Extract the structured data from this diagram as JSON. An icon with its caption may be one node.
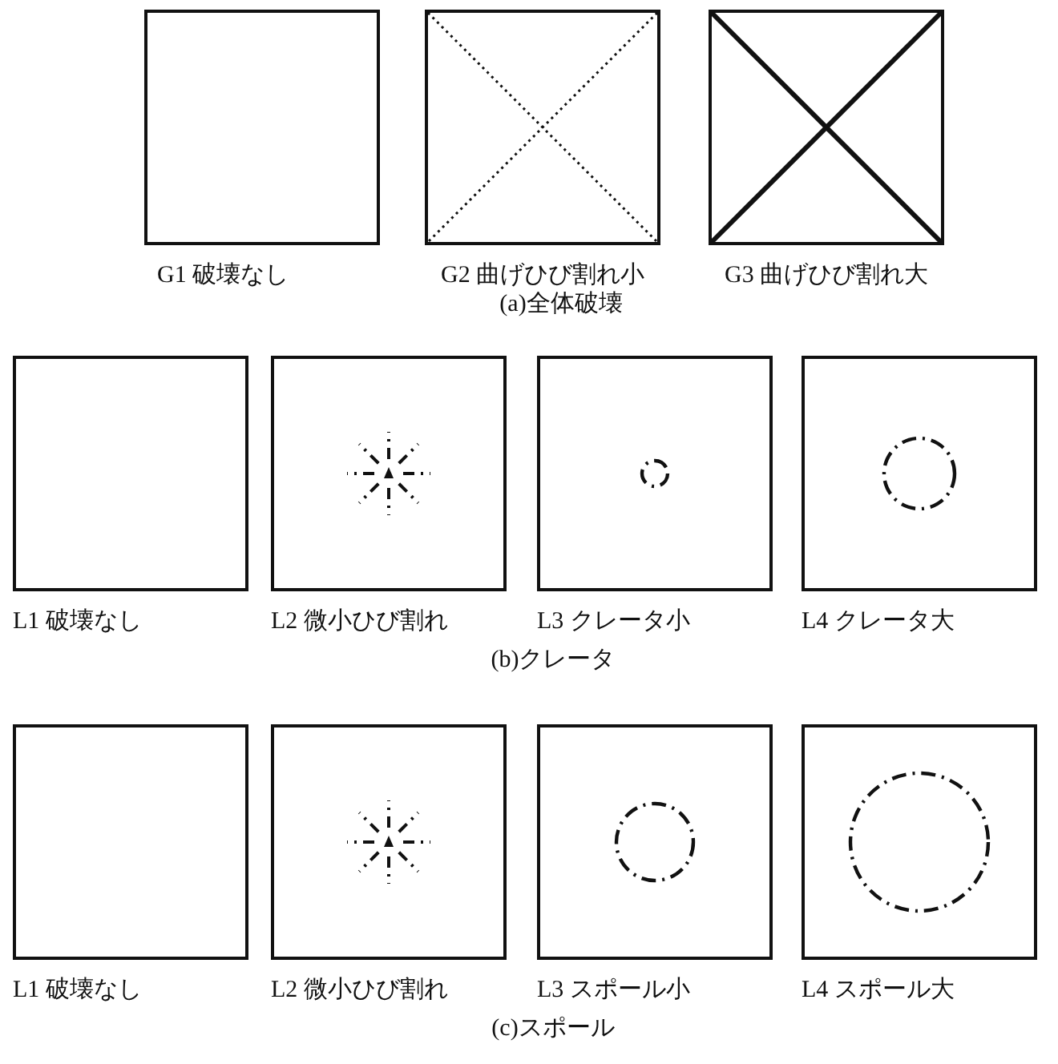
{
  "diagram": {
    "nodes": [
      {
        "text": [
          "G1 破壊なし"
        ]
      },
      {
        "text": [
          "G2 曲げひび割れ小"
        ]
      },
      {
        "text": [
          "G3 曲げひび割れ大"
        ]
      },
      {
        "text": [
          "L1 破壊なし"
        ]
      },
      {
        "text": [
          "L2 微小ひび割れ"
        ]
      },
      {
        "text": [
          "L3 クレータ小"
        ]
      },
      {
        "text": [
          "L4 クレータ大"
        ]
      },
      {
        "text": [
          "L1 破壊なし"
        ]
      },
      {
        "text": [
          "L2 微小ひび割れ"
        ]
      },
      {
        "text": [
          "L3 スポール小"
        ]
      },
      {
        "text": [
          "L4 スポール大"
        ]
      }
    ],
    "labels": [
      "(a)全体破壊",
      "(b)クレータ",
      "(c)スポール"
    ]
  }
}
